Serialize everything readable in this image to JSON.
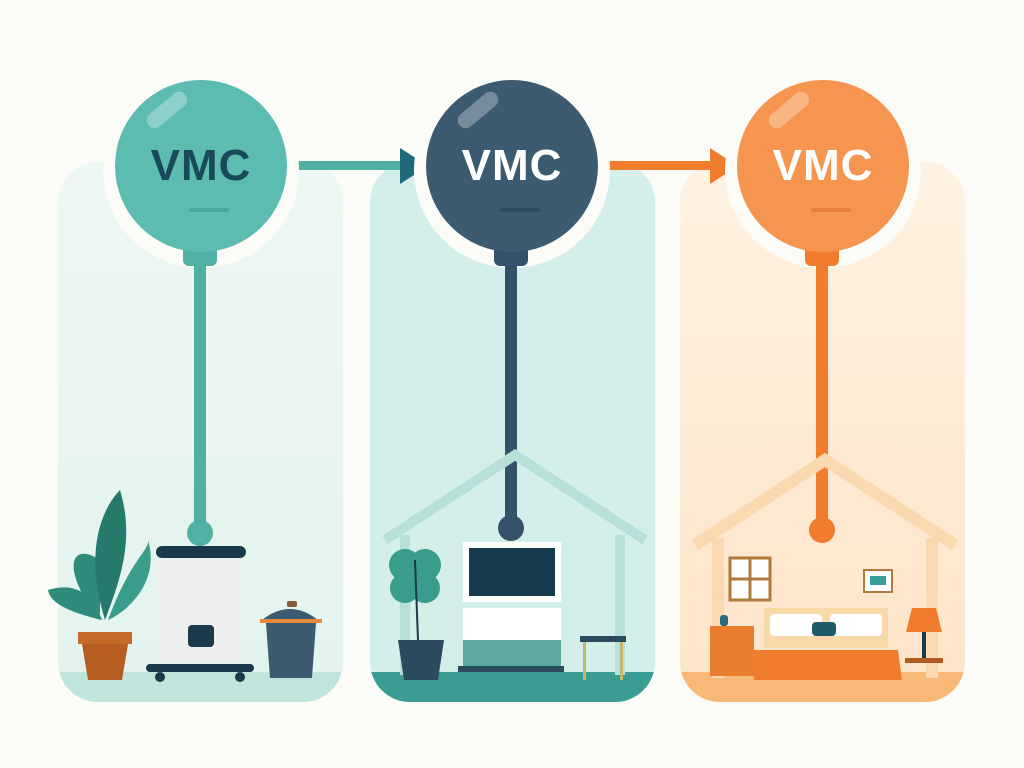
{
  "stages": [
    {
      "label": "VMC",
      "ball_color": "#5bbcaf",
      "text_color": "#1a4a5a",
      "line_color": "#4fb0a3",
      "scene": "utility room: potted plant, white VMC unit, bin"
    },
    {
      "label": "VMC",
      "ball_color": "#3c5a70",
      "text_color": "#ffffff",
      "line_color": "#34536a",
      "scene": "living room: plant, TV on stand, stool"
    },
    {
      "label": "VMC",
      "ball_color": "#f59550",
      "text_color": "#ffffff",
      "line_color": "#f07d2e",
      "scene": "bedroom: nightstand, bed, lamp, window, frame"
    }
  ],
  "arrows": [
    {
      "from": 1,
      "to": 2,
      "color": "#4fb0a3",
      "head_color": "#1f6a7a"
    },
    {
      "from": 2,
      "to": 3,
      "color": "#f07d2e",
      "head_color": "#f07d2e"
    }
  ]
}
